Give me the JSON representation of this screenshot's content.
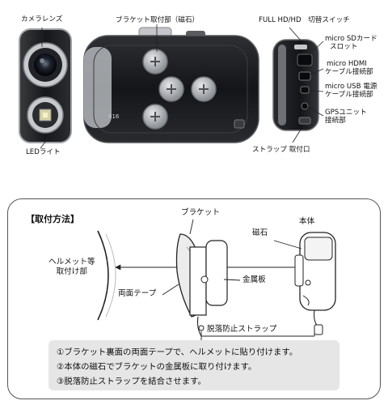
{
  "top": {
    "camera_lens": "カメラレンズ",
    "led_light": "LEDライト",
    "bracket_mount": "ブラケット取付部（磁石）",
    "full_hd_switch": "FULL HD/HD　切替スイッチ",
    "micro_sd_line1": "micro SDカード",
    "micro_sd_line2": "スロット",
    "micro_hdmi_line1": "micro HDMI",
    "micro_hdmi_line2": "ケーブル接続部",
    "micro_usb_line1": "micro USB 電源",
    "micro_usb_line2": "ケーブル接続部",
    "gps_line1": "GPSユニット",
    "gps_line2": "接続部",
    "strap_mount": "ストラップ 取付口",
    "body_code": "016"
  },
  "diagram": {
    "title": "【取付方法】",
    "bracket": "ブラケット",
    "main_unit": "本体",
    "magnet": "磁石",
    "helmet_line1": "ヘルメット等",
    "helmet_line2": "取付け部",
    "double_tape": "両面テープ",
    "metal_plate": "金属板",
    "strap": "脱落防止ストラップ"
  },
  "steps": [
    "①ブラケット裏面の両面テープで、ヘルメットに貼り付けます。",
    "②本体の磁石でブラケットの金属板に取り付けます。",
    "③脱落防止ストラップを結合させます。"
  ],
  "colors": {
    "camera_body": "#1c1c1e",
    "camera_silver": "#b9bcc0",
    "panel_border": "#555555",
    "steps_bg": "#e6e6e6"
  }
}
